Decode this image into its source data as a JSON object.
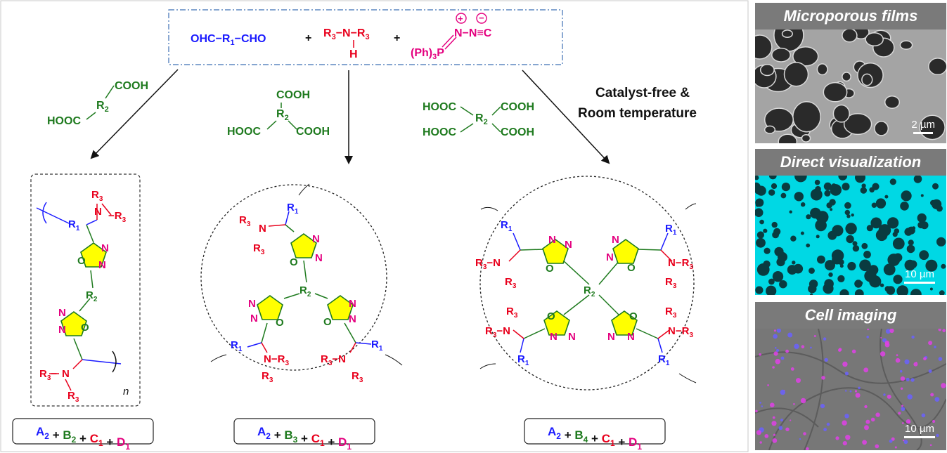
{
  "reagents": {
    "dialdehyde": "OHC−R1−CHO",
    "amine": "R3−N−R3 / H",
    "plus": "+",
    "isocyanide": "(Ph)3P=N−N≡C"
  },
  "acids": {
    "b2": [
      "COOH",
      "HOOC",
      "R2"
    ],
    "b3": [
      "COOH",
      "HOOC",
      "COOH",
      "R2"
    ],
    "b4": [
      "HOOC",
      "COOH",
      "HOOC",
      "COOH",
      "R2"
    ]
  },
  "conditions": [
    "Catalyst-free &",
    "Room temperature"
  ],
  "structures": {
    "linear_subscript": "n",
    "atom_labels": [
      "R1",
      "R2",
      "R3",
      "N",
      "O"
    ]
  },
  "formulas": [
    {
      "a": "A",
      "a_sub": "2",
      "b": "B",
      "b_sub": "2",
      "c": "C",
      "c_sub": "1",
      "d": "D",
      "d_sub": "1"
    },
    {
      "a": "A",
      "a_sub": "2",
      "b": "B",
      "b_sub": "3",
      "c": "C",
      "c_sub": "1",
      "d": "D",
      "d_sub": "1"
    },
    {
      "a": "A",
      "a_sub": "2",
      "b": "B",
      "b_sub": "4",
      "c": "C",
      "c_sub": "1",
      "d": "D",
      "d_sub": "1"
    }
  ],
  "panels": [
    {
      "title": "Microporous films",
      "scale": "2 µm"
    },
    {
      "title": "Direct visualization",
      "scale": "10 µm"
    },
    {
      "title": "Cell imaging",
      "scale": "10 µm"
    }
  ],
  "colors": {
    "A": "#1a1aff",
    "B": "#1e7a1e",
    "C": "#e8001c",
    "D": "#e4007f",
    "oxadiazole_fill": "#ffff00",
    "fluorescence": "#00e5ee"
  }
}
